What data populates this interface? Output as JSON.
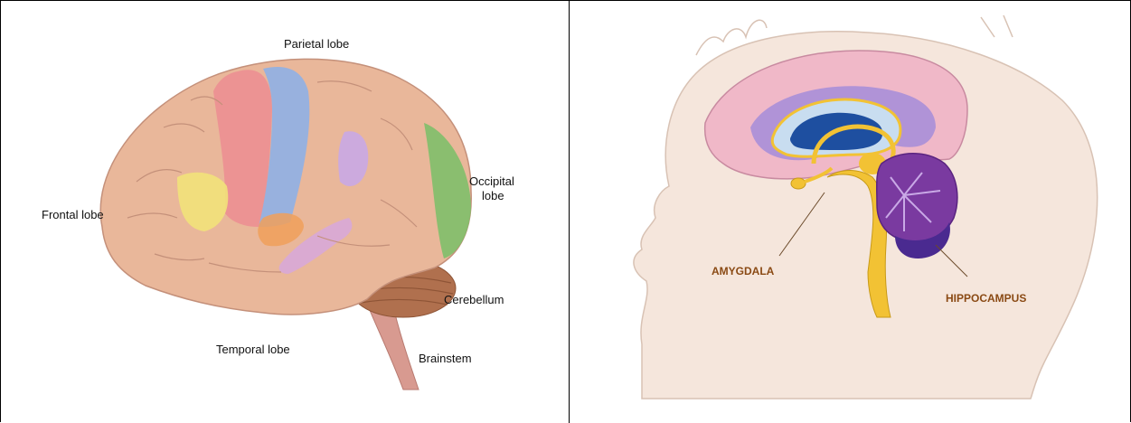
{
  "left_figure": {
    "labels": {
      "parietal": "Parietal lobe",
      "occipital_line1": "Occipital",
      "occipital_line2": "lobe",
      "frontal": "Frontal lobe",
      "cerebellum": "Cerebellum",
      "temporal": "Temporal lobe",
      "brainstem": "Brainstem"
    },
    "icon": "brain-lateral-view-illustration"
  },
  "right_figure": {
    "labels": {
      "amygdala": "AMYGDALA",
      "hippocampus": "HIPPOCAMPUS"
    },
    "icon": "head-sagittal-brain-illustration"
  },
  "colors": {
    "cortex": "#e9b79a",
    "frontal_highlight": "#f2e27a",
    "motor": "#ec8f92",
    "sensory": "#8fb0e6",
    "occipital": "#7fbf6a",
    "parietal_spot": "#c9a9e6",
    "temporal_spot": "#f0a05a",
    "cerebellum": "#b0704e",
    "brainstem": "#d89a90",
    "skin": "#f5e6dc",
    "brain_pink": "#f0b8c8",
    "limbic_purple": "#a88fd8",
    "ventricle_blue": "#1e4fa0",
    "limbic_yellow": "#f2c234",
    "cerebellum_purple": "#7a3aa0",
    "label_brown": "#8a4a14"
  }
}
